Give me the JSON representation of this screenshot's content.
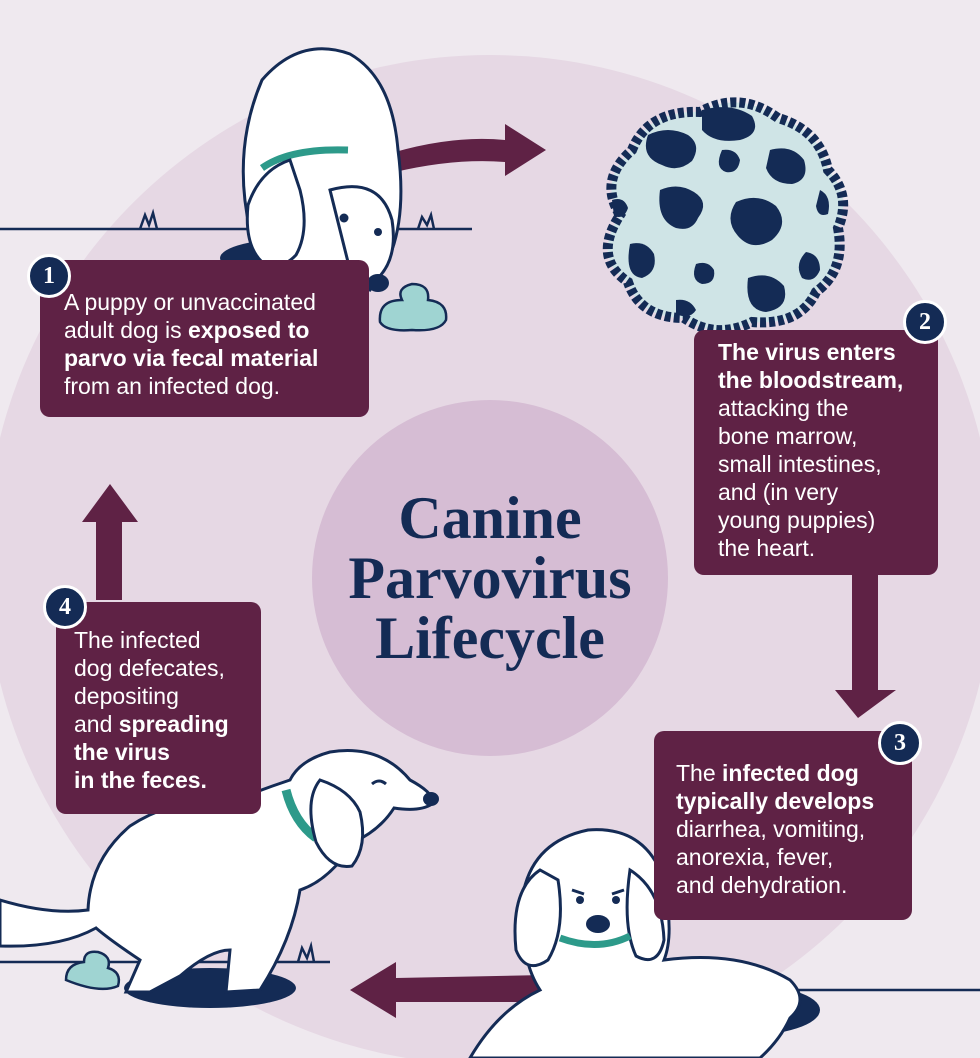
{
  "title": {
    "line1": "Canine",
    "line2": "Parvovirus",
    "line3": "Lifecycle"
  },
  "steps": [
    {
      "number": "1",
      "lines": [
        {
          "parts": [
            {
              "text": "A puppy or unvaccinated",
              "bold": false
            }
          ]
        },
        {
          "parts": [
            {
              "text": "adult dog is ",
              "bold": false
            },
            {
              "text": "exposed to",
              "bold": true
            }
          ]
        },
        {
          "parts": [
            {
              "text": "parvo via fecal material",
              "bold": true
            }
          ]
        },
        {
          "parts": [
            {
              "text": "from an infected dog.",
              "bold": false
            }
          ]
        }
      ]
    },
    {
      "number": "2",
      "lines": [
        {
          "parts": [
            {
              "text": "The virus enters",
              "bold": true
            }
          ]
        },
        {
          "parts": [
            {
              "text": "the bloodstream,",
              "bold": true
            }
          ]
        },
        {
          "parts": [
            {
              "text": "attacking the",
              "bold": false
            }
          ]
        },
        {
          "parts": [
            {
              "text": "bone marrow,",
              "bold": false
            }
          ]
        },
        {
          "parts": [
            {
              "text": "small intestines,",
              "bold": false
            }
          ]
        },
        {
          "parts": [
            {
              "text": "and (in very",
              "bold": false
            }
          ]
        },
        {
          "parts": [
            {
              "text": "young puppies)",
              "bold": false
            }
          ]
        },
        {
          "parts": [
            {
              "text": "the heart.",
              "bold": false
            }
          ]
        }
      ]
    },
    {
      "number": "3",
      "lines": [
        {
          "parts": [
            {
              "text": "The ",
              "bold": false
            },
            {
              "text": "infected dog",
              "bold": true
            }
          ]
        },
        {
          "parts": [
            {
              "text": "typically develops",
              "bold": true
            }
          ]
        },
        {
          "parts": [
            {
              "text": "diarrhea, vomiting,",
              "bold": false
            }
          ]
        },
        {
          "parts": [
            {
              "text": "anorexia, fever,",
              "bold": false
            }
          ]
        },
        {
          "parts": [
            {
              "text": "and dehydration.",
              "bold": false
            }
          ]
        }
      ]
    },
    {
      "number": "4",
      "lines": [
        {
          "parts": [
            {
              "text": "The infected",
              "bold": false
            }
          ]
        },
        {
          "parts": [
            {
              "text": "dog defecates,",
              "bold": false
            }
          ]
        },
        {
          "parts": [
            {
              "text": "depositing",
              "bold": false
            }
          ]
        },
        {
          "parts": [
            {
              "text": "and ",
              "bold": false
            },
            {
              "text": "spreading",
              "bold": true
            }
          ]
        },
        {
          "parts": [
            {
              "text": "the virus",
              "bold": true
            }
          ]
        },
        {
          "parts": [
            {
              "text": "in the feces.",
              "bold": true
            }
          ]
        }
      ]
    }
  ],
  "colors": {
    "background": "#efe9ef",
    "outer_circle": "#e6d8e4",
    "center_circle": "#d6bdd4",
    "box": "#5f2245",
    "arrow": "#5f2245",
    "navy": "#142b55",
    "teal": "#2d9a8a",
    "poop": "#9fd4d2",
    "virus_fill": "#cfe4e6"
  },
  "icons": {
    "virus": "virus-particle-icon",
    "sniffing_dog": "sniffing-dog-icon",
    "defecating_dog": "defecating-dog-icon",
    "lying_dog": "lying-sick-dog-icon",
    "feces": "feces-icon"
  }
}
